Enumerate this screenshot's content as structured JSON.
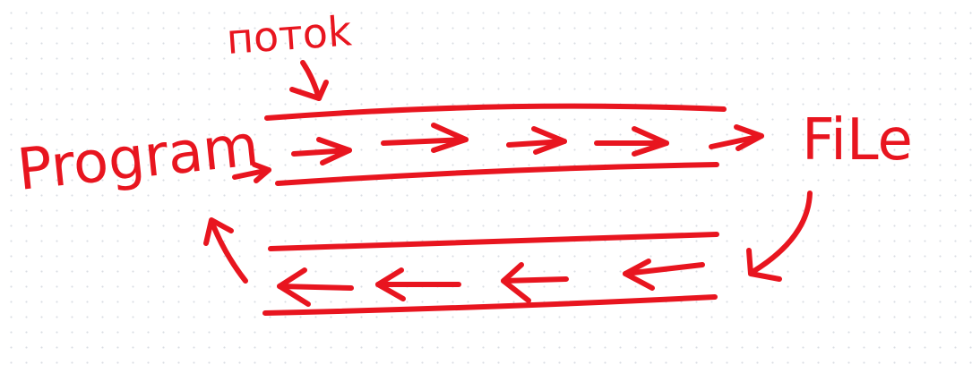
{
  "diagram": {
    "ink_color": "#e8151f",
    "background": "#ffffff",
    "grid_dot_color": "#d9dde3",
    "labels": {
      "program": "Program",
      "file": "FiLe",
      "stream": "потоk"
    }
  }
}
